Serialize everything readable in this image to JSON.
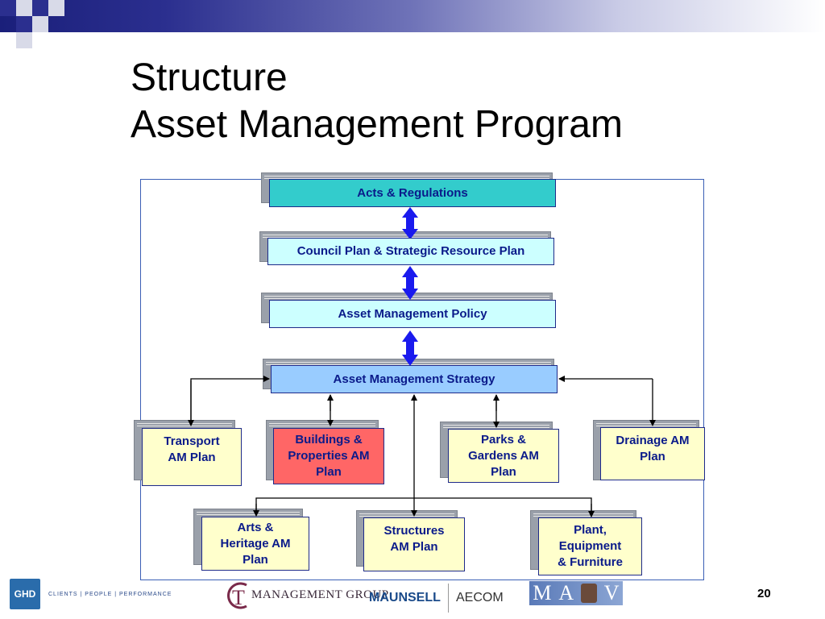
{
  "slide": {
    "title_line1": "Structure",
    "title_line2": "Asset Management Program",
    "page_number": "20"
  },
  "diagram": {
    "acts": "Acts & Regulations",
    "council": "Council Plan & Strategic Resource Plan",
    "policy": "Asset Management Policy",
    "strategy": "Asset Management Strategy",
    "transport": "Transport\nAM Plan",
    "buildings": "Buildings &\nProperties AM\nPlan",
    "parks": "Parks &\nGardens AM\nPlan",
    "drainage": "Drainage AM\nPlan",
    "arts": "Arts &\nHeritage AM\nPlan",
    "structures": "Structures\nAM Plan",
    "plant": "Plant,\nEquipment\n& Furniture"
  },
  "footer": {
    "ghd_logo": "GHD",
    "ghd_tagline": "CLIENTS | PEOPLE | PERFORMANCE",
    "ct_letter": "T",
    "ct_name": "MANAGEMENT GROUP",
    "maunsell": "MAUNSELL",
    "aecom": "AECOM",
    "mav_left": "M",
    "mav_mid": "A",
    "mav_right": "V"
  },
  "colors": {
    "acts_fill": "#33cccc",
    "council_fill": "#ccffff",
    "policy_fill": "#ccffff",
    "strategy_fill": "#99ccff",
    "plan_fill": "#ffffcc",
    "buildings_fill": "#ff6666",
    "double_arrow": "#1a1aee"
  }
}
